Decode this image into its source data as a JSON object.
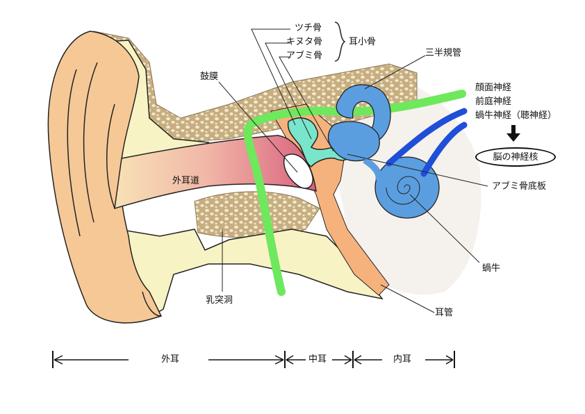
{
  "labels": {
    "tsuchi": "ツチ骨",
    "kinuta": "キヌタ骨",
    "abumi": "アブミ骨",
    "jishoukotsu": "耳小骨",
    "sanhankikan": "三半規管",
    "komaku": "鼓膜",
    "ganmen": "顔面神経",
    "zentei": "前庭神経",
    "kagyu_shinkei": "蝸牛神経（聴神経）",
    "nou": "脳の神経核",
    "gaijido": "外耳道",
    "abumi_teiban": "アブミ骨底板",
    "kagyu": "蝸牛",
    "nyutotsudo": "乳突洞",
    "jikan": "耳管"
  },
  "regions": {
    "outer": "外耳",
    "middle": "中耳",
    "inner": "内耳"
  },
  "colors": {
    "pinna": "#f5c896",
    "skin": "#f8f3c4",
    "bone": "#c7ae80",
    "canal": "#e58aa0",
    "ossicles": "#79e6cc",
    "labyrinth": "#5b9ee0",
    "facial_nerve": "#6ee85c",
    "cochlear_nerve": "#1f4fd8",
    "middle_ear": "#f6b27d"
  }
}
